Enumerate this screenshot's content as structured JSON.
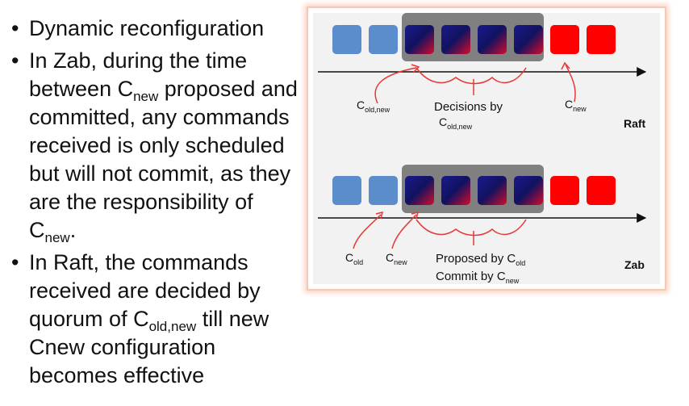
{
  "bullets": [
    {
      "text": "Dynamic reconfiguration"
    },
    {
      "text": "In Zab, during the time between C",
      "sub1": "new",
      "mid": " proposed and committed, any commands received is only scheduled but will not commit, as they are the responsibility of C",
      "sub2": "new",
      "end": "."
    },
    {
      "text": "In Raft, the commands received are decided by quorum of C",
      "sub1": "old,new",
      "end": " till new Cnew configuration becomes effective"
    }
  ],
  "figure": {
    "raft": {
      "label": "Raft",
      "c_old_new": {
        "main": "C",
        "sub": "old,new"
      },
      "decisions": {
        "line1": "Decisions by",
        "main": "C",
        "sub": "old,new"
      },
      "c_new": {
        "main": "C",
        "sub": "new"
      }
    },
    "zab": {
      "label": "Zab",
      "c_old": {
        "main": "C",
        "sub": "old"
      },
      "c_new": {
        "main": "C",
        "sub": "new"
      },
      "proposed": {
        "line1": "Proposed by C",
        "sub1": "old"
      },
      "commit": {
        "line1": "Commit by C",
        "sub1": "new"
      }
    },
    "colors": {
      "blue": "#5b8ccb",
      "red": "#ff0000",
      "group": "#808080",
      "annot": "#e53935",
      "bg": "#f2f2f2"
    }
  }
}
